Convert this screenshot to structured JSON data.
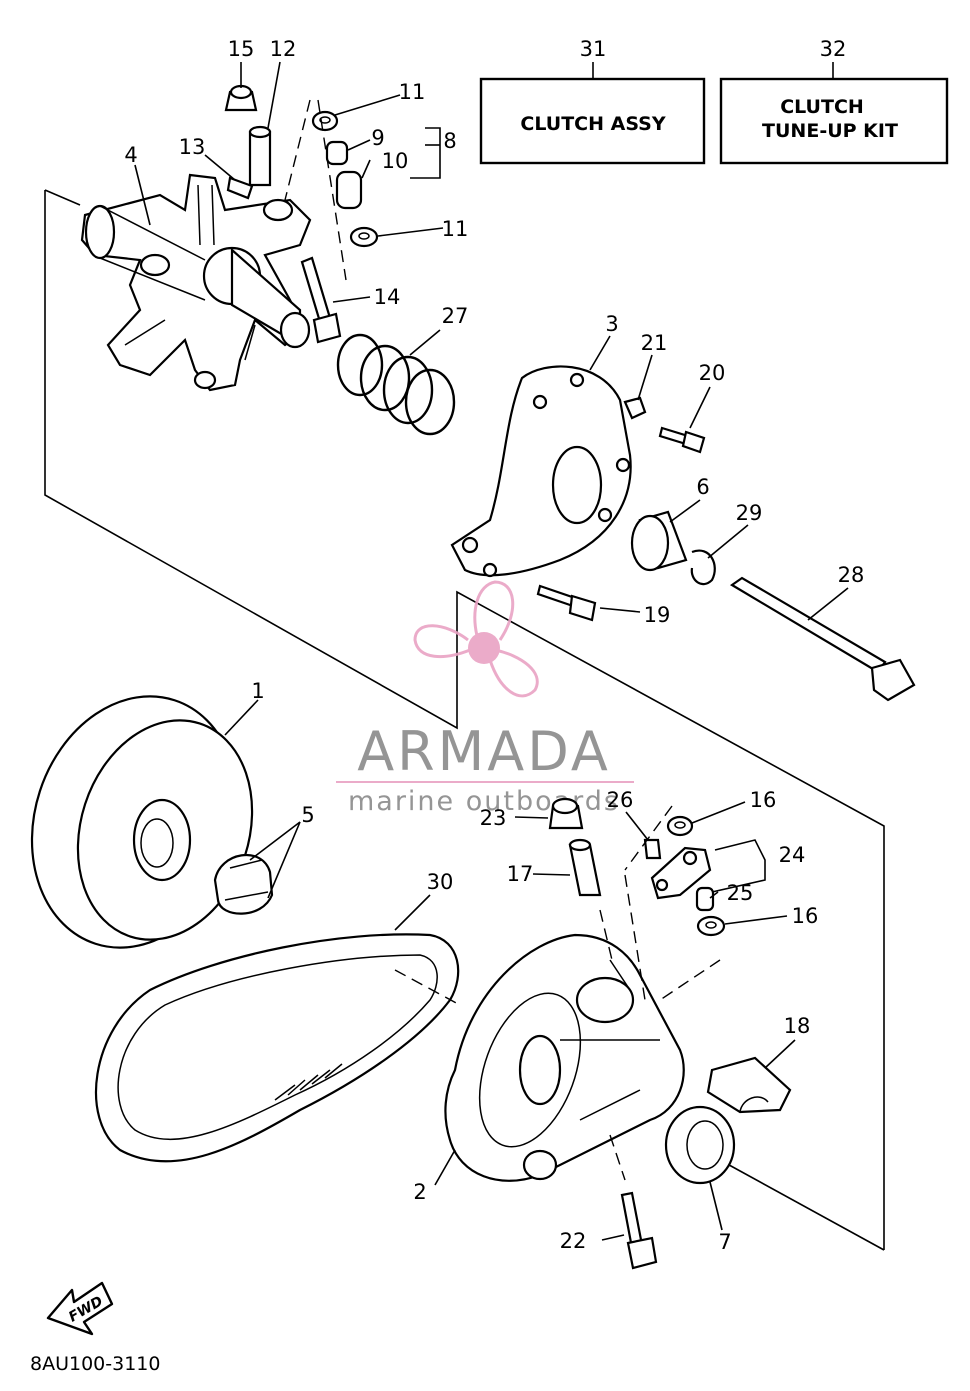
{
  "boxes": {
    "clutch_assy": {
      "number": "31",
      "label": "CLUTCH ASSY"
    },
    "tune_up_kit": {
      "number": "32",
      "label_line1": "CLUTCH",
      "label_line2": "TUNE-UP KIT"
    }
  },
  "callouts": {
    "c1": "1",
    "c2": "2",
    "c3": "3",
    "c4": "4",
    "c5": "5",
    "c6": "6",
    "c7": "7",
    "c8": "8",
    "c9": "9",
    "c10": "10",
    "c11a": "11",
    "c11b": "11",
    "c12": "12",
    "c13": "13",
    "c14": "14",
    "c15": "15",
    "c16a": "16",
    "c16b": "16",
    "c17": "17",
    "c18": "18",
    "c19": "19",
    "c20": "20",
    "c21": "21",
    "c22": "22",
    "c23": "23",
    "c24": "24",
    "c25": "25",
    "c26": "26",
    "c27": "27",
    "c28": "28",
    "c29": "29",
    "c30": "30"
  },
  "watermark": {
    "brand": "ARMADA",
    "tagline": "marine outboards",
    "color": "#e9a3c4"
  },
  "fwd_label": "FWD",
  "diagram_code": "8AU100-3110"
}
